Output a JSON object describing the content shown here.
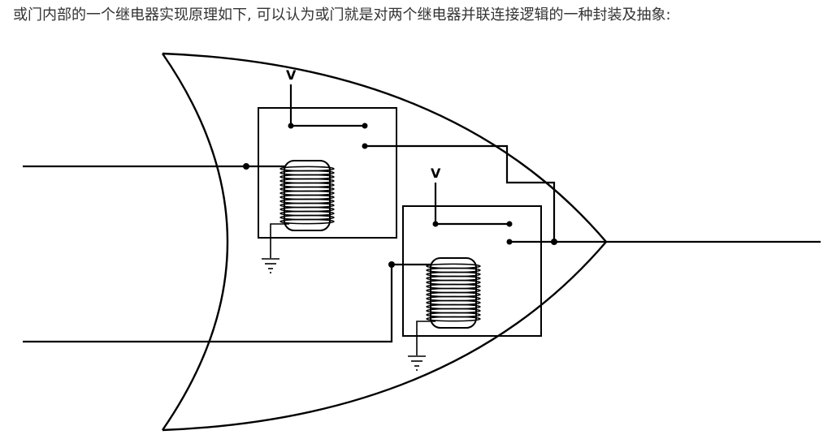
{
  "caption": "或门内部的一个继电器实现原理如下, 可以认为或门就是对两个继电器并联连接逻辑的一种封装及抽象:",
  "diagram": {
    "relay_top": {
      "supply_label": "V"
    },
    "relay_bottom": {
      "supply_label": "V"
    }
  },
  "colors": {
    "text": "#333333",
    "stroke": "#000000",
    "background": "#ffffff"
  }
}
